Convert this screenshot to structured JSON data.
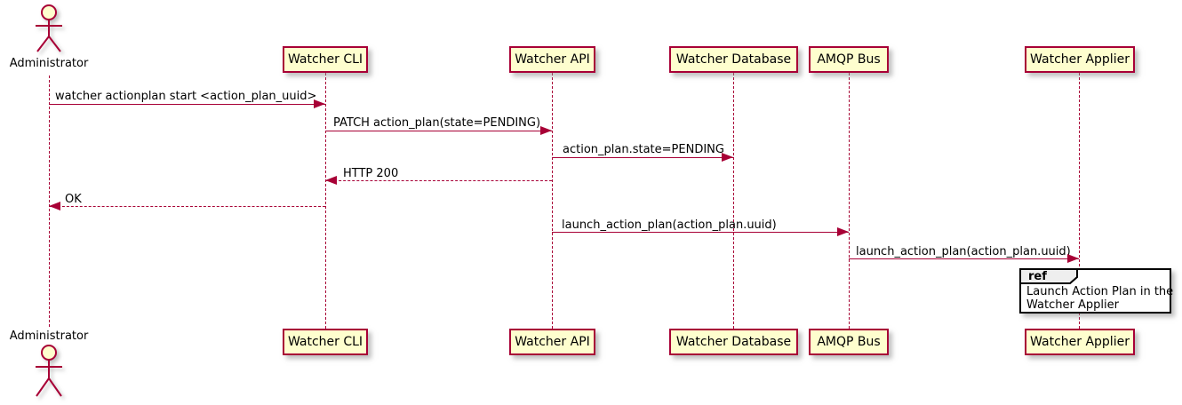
{
  "diagram": {
    "type": "sequence",
    "actor": {
      "name": "Administrator"
    },
    "participants": [
      {
        "name": "Watcher CLI"
      },
      {
        "name": "Watcher API"
      },
      {
        "name": "Watcher Database"
      },
      {
        "name": "AMQP Bus"
      },
      {
        "name": "Watcher Applier"
      }
    ],
    "messages": [
      {
        "label": "watcher actionplan start <action_plan_uuid>",
        "from": "Administrator",
        "to": "Watcher CLI",
        "line": "solid"
      },
      {
        "label": "PATCH action_plan(state=PENDING)",
        "from": "Watcher CLI",
        "to": "Watcher API",
        "line": "solid"
      },
      {
        "label": "action_plan.state=PENDING",
        "from": "Watcher API",
        "to": "Watcher Database",
        "line": "solid"
      },
      {
        "label": "HTTP 200",
        "from": "Watcher API",
        "to": "Watcher CLI",
        "line": "dashed"
      },
      {
        "label": "OK",
        "from": "Watcher CLI",
        "to": "Administrator",
        "line": "dashed"
      },
      {
        "label": "launch_action_plan(action_plan.uuid)",
        "from": "Watcher API",
        "to": "AMQP Bus",
        "line": "solid"
      },
      {
        "label": "launch_action_plan(action_plan.uuid)",
        "from": "AMQP Bus",
        "to": "Watcher Applier",
        "line": "solid"
      }
    ],
    "ref": {
      "keyword": "ref",
      "line1": "Launch Action Plan in the",
      "line2": "Watcher Applier"
    },
    "colors": {
      "participant_fill": "#FEFECE",
      "participant_border": "#A80036",
      "line": "#A80036",
      "text": "#000000",
      "ref_border": "#000000",
      "ref_header_fill": "#EEEEEE",
      "background": "#FFFFFF"
    }
  }
}
